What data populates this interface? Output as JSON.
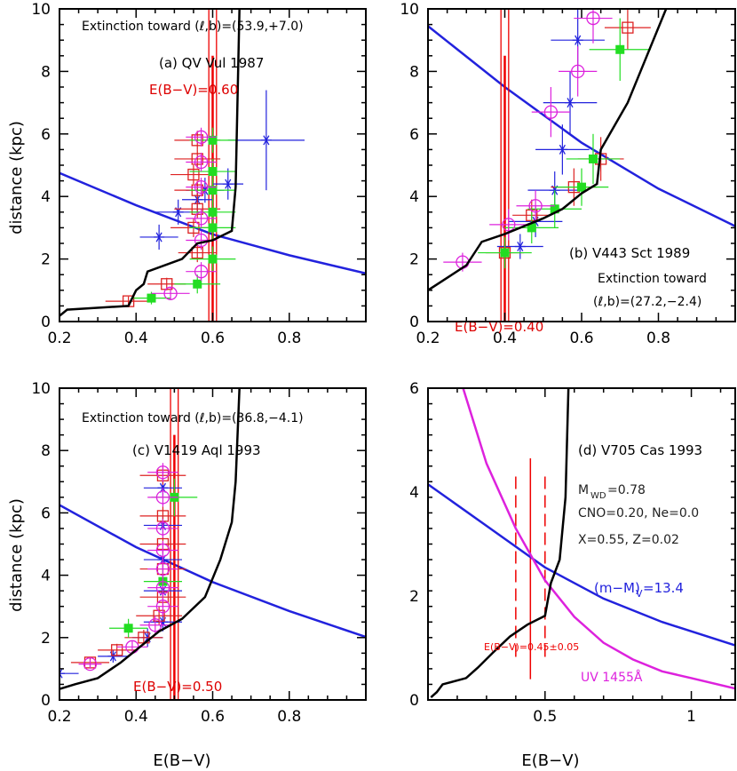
{
  "figure": {
    "x_axis_title": "E(B−V)",
    "y_axis_title": "distance (kpc)"
  },
  "chart_data": [
    {
      "type": "scatter",
      "panel_label": "(a) QV Vul 1987",
      "xlim": [
        0.2,
        1.0
      ],
      "ylim": [
        0,
        10
      ],
      "xticks": [
        0.2,
        0.4,
        0.6,
        0.8
      ],
      "yticks": [
        0,
        2,
        4,
        6,
        8,
        10
      ],
      "annotations": [
        "Extinction toward (ℓ,b)=(53.9,+7.0)",
        "E(B−V)=0.60"
      ],
      "ebv_line": 0.6,
      "ebv_band": [
        0.59,
        0.61
      ],
      "distance_modulus_curve": {
        "d_at_x": [
          [
            0.2,
            4.75
          ],
          [
            0.4,
            3.72
          ],
          [
            0.6,
            2.79
          ],
          [
            0.8,
            2.12
          ],
          [
            1.0,
            1.54
          ]
        ]
      },
      "extinction_curve": [
        [
          0.2,
          0.18
        ],
        [
          0.22,
          0.38
        ],
        [
          0.38,
          0.5
        ],
        [
          0.4,
          1.0
        ],
        [
          0.42,
          1.2
        ],
        [
          0.43,
          1.6
        ],
        [
          0.52,
          2.0
        ],
        [
          0.56,
          2.5
        ],
        [
          0.6,
          2.6
        ],
        [
          0.65,
          2.9
        ],
        [
          0.66,
          4.3
        ],
        [
          0.67,
          10
        ]
      ],
      "series": [
        {
          "marker": "asterisk",
          "color": "#2222dd",
          "points": [
            [
              0.46,
              2.7,
              0.05,
              0.4
            ],
            [
              0.51,
              3.5,
              0.06,
              0.4
            ],
            [
              0.56,
              3.9,
              0.04,
              0.5
            ],
            [
              0.58,
              4.2,
              0.05,
              0.4
            ],
            [
              0.64,
              4.4,
              0.04,
              0.5
            ],
            [
              0.74,
              5.8,
              0.1,
              1.6
            ]
          ]
        },
        {
          "marker": "open-square",
          "color": "#dd2222",
          "points": [
            [
              0.38,
              0.65,
              0.06,
              0.15
            ],
            [
              0.48,
              1.2,
              0.05,
              0.2
            ],
            [
              0.56,
              2.2,
              0.05,
              0.3
            ],
            [
              0.55,
              3.0,
              0.06,
              0.3
            ],
            [
              0.56,
              3.6,
              0.06,
              0.3
            ],
            [
              0.56,
              4.2,
              0.06,
              0.3
            ],
            [
              0.55,
              4.7,
              0.06,
              0.3
            ],
            [
              0.56,
              5.2,
              0.06,
              0.3
            ],
            [
              0.56,
              5.8,
              0.06,
              0.3
            ]
          ]
        },
        {
          "marker": "filled-square",
          "color": "#22dd22",
          "points": [
            [
              0.44,
              0.75,
              0.05,
              0.2
            ],
            [
              0.56,
              1.2,
              0.06,
              0.3
            ],
            [
              0.6,
              2.0,
              0.06,
              0.4
            ],
            [
              0.6,
              3.0,
              0.06,
              0.4
            ],
            [
              0.6,
              3.5,
              0.06,
              0.4
            ],
            [
              0.6,
              4.2,
              0.06,
              0.4
            ],
            [
              0.6,
              4.8,
              0.06,
              0.4
            ],
            [
              0.6,
              5.8,
              0.06,
              0.4
            ]
          ]
        },
        {
          "marker": "open-circle",
          "color": "#dd22dd",
          "points": [
            [
              0.49,
              0.9,
              0.05,
              0.2
            ],
            [
              0.57,
              1.6,
              0.04,
              0.3
            ],
            [
              0.57,
              2.6,
              0.04,
              0.3
            ],
            [
              0.57,
              3.3,
              0.04,
              0.3
            ],
            [
              0.57,
              4.3,
              0.04,
              0.3
            ],
            [
              0.57,
              5.1,
              0.04,
              0.3
            ],
            [
              0.57,
              5.9,
              0.04,
              0.3
            ]
          ]
        }
      ]
    },
    {
      "type": "scatter",
      "panel_label": "(b) V443 Sct 1989",
      "xlim": [
        0.2,
        1.0
      ],
      "ylim": [
        0,
        10
      ],
      "xticks": [
        0.2,
        0.4,
        0.6,
        0.8
      ],
      "yticks": [
        0,
        2,
        4,
        6,
        8,
        10
      ],
      "annotations": [
        "Extinction toward",
        "(ℓ,b)=(27.2,−2.4)",
        "E(B−V)=0.40"
      ],
      "ebv_line": 0.4,
      "ebv_band": [
        0.39,
        0.41
      ],
      "distance_modulus_curve": {
        "d_at_x": [
          [
            0.2,
            9.45
          ],
          [
            0.4,
            7.5
          ],
          [
            0.6,
            5.72
          ],
          [
            0.8,
            4.25
          ],
          [
            1.0,
            3.05
          ]
        ]
      },
      "extinction_curve": [
        [
          0.2,
          1.0
        ],
        [
          0.3,
          1.8
        ],
        [
          0.34,
          2.55
        ],
        [
          0.4,
          2.8
        ],
        [
          0.5,
          3.3
        ],
        [
          0.55,
          3.6
        ],
        [
          0.6,
          4.1
        ],
        [
          0.64,
          4.4
        ],
        [
          0.65,
          5.5
        ],
        [
          0.72,
          7.0
        ],
        [
          0.77,
          8.5
        ],
        [
          0.82,
          10
        ]
      ],
      "series": [
        {
          "marker": "asterisk",
          "color": "#2222dd",
          "points": [
            [
              0.44,
              2.4,
              0.06,
              0.4
            ],
            [
              0.48,
              3.2,
              0.07,
              0.5
            ],
            [
              0.53,
              4.2,
              0.07,
              0.6
            ],
            [
              0.55,
              5.5,
              0.07,
              0.8
            ],
            [
              0.57,
              7.0,
              0.07,
              1.0
            ],
            [
              0.59,
              9.0,
              0.07,
              1.0
            ]
          ]
        },
        {
          "marker": "open-square",
          "color": "#dd2222",
          "points": [
            [
              0.4,
              2.2,
              0.05,
              0.4
            ],
            [
              0.47,
              3.4,
              0.05,
              0.5
            ],
            [
              0.58,
              4.3,
              0.06,
              0.6
            ],
            [
              0.65,
              5.2,
              0.06,
              0.7
            ],
            [
              0.72,
              9.4,
              0.06,
              0.7
            ]
          ]
        },
        {
          "marker": "filled-square",
          "color": "#22dd22",
          "points": [
            [
              0.4,
              2.2,
              0.07,
              0.5
            ],
            [
              0.47,
              3.0,
              0.07,
              0.5
            ],
            [
              0.53,
              3.6,
              0.07,
              0.6
            ],
            [
              0.6,
              4.3,
              0.07,
              0.6
            ],
            [
              0.63,
              5.2,
              0.07,
              0.8
            ],
            [
              0.7,
              8.7,
              0.08,
              1.0
            ]
          ]
        },
        {
          "marker": "open-circle",
          "color": "#dd22dd",
          "points": [
            [
              0.29,
              1.9,
              0.05,
              0.3
            ],
            [
              0.41,
              3.1,
              0.05,
              0.5
            ],
            [
              0.48,
              3.7,
              0.05,
              0.5
            ],
            [
              0.52,
              6.7,
              0.05,
              0.8
            ],
            [
              0.59,
              8.0,
              0.05,
              0.8
            ],
            [
              0.63,
              9.7,
              0.05,
              0.8
            ]
          ]
        }
      ]
    },
    {
      "type": "scatter",
      "panel_label": "(c) V1419 Aql 1993",
      "xlim": [
        0.2,
        1.0
      ],
      "ylim": [
        0,
        10
      ],
      "xticks": [
        0.2,
        0.4,
        0.6,
        0.8
      ],
      "yticks": [
        0,
        2,
        4,
        6,
        8,
        10
      ],
      "annotations": [
        "Extinction toward (ℓ,b)=(36.8,−4.1)",
        "E(B−V)=0.50"
      ],
      "ebv_line": 0.5,
      "ebv_band": [
        0.49,
        0.51
      ],
      "distance_modulus_curve": {
        "d_at_x": [
          [
            0.2,
            6.25
          ],
          [
            0.4,
            4.9
          ],
          [
            0.6,
            3.78
          ],
          [
            0.8,
            2.85
          ],
          [
            1.0,
            2.02
          ]
        ]
      },
      "extinction_curve": [
        [
          0.2,
          0.35
        ],
        [
          0.24,
          0.5
        ],
        [
          0.3,
          0.7
        ],
        [
          0.36,
          1.2
        ],
        [
          0.42,
          1.8
        ],
        [
          0.46,
          2.2
        ],
        [
          0.52,
          2.6
        ],
        [
          0.58,
          3.3
        ],
        [
          0.62,
          4.5
        ],
        [
          0.65,
          5.7
        ],
        [
          0.66,
          7.0
        ],
        [
          0.67,
          10
        ]
      ],
      "series": [
        {
          "marker": "asterisk",
          "color": "#2222dd",
          "points": [
            [
              0.2,
              0.85,
              0.05,
              0.1
            ],
            [
              0.34,
              1.4,
              0.04,
              0.2
            ],
            [
              0.43,
              2.0,
              0.04,
              0.3
            ],
            [
              0.47,
              2.5,
              0.05,
              0.3
            ],
            [
              0.47,
              3.5,
              0.05,
              0.3
            ],
            [
              0.47,
              4.5,
              0.05,
              0.3
            ],
            [
              0.47,
              5.6,
              0.05,
              0.3
            ],
            [
              0.47,
              6.8,
              0.05,
              0.3
            ]
          ]
        },
        {
          "marker": "open-square",
          "color": "#dd2222",
          "points": [
            [
              0.28,
              1.2,
              0.05,
              0.15
            ],
            [
              0.35,
              1.6,
              0.05,
              0.2
            ],
            [
              0.42,
              2.0,
              0.05,
              0.25
            ],
            [
              0.46,
              2.7,
              0.06,
              0.3
            ],
            [
              0.47,
              3.3,
              0.06,
              0.3
            ],
            [
              0.47,
              4.2,
              0.06,
              0.3
            ],
            [
              0.47,
              5.0,
              0.06,
              0.3
            ],
            [
              0.47,
              5.9,
              0.06,
              0.3
            ],
            [
              0.47,
              7.2,
              0.06,
              0.3
            ]
          ]
        },
        {
          "marker": "filled-square",
          "color": "#22dd22",
          "points": [
            [
              0.38,
              2.3,
              0.05,
              0.3
            ],
            [
              0.47,
              3.8,
              0.05,
              0.4
            ],
            [
              0.5,
              6.5,
              0.06,
              0.6
            ]
          ]
        },
        {
          "marker": "open-circle",
          "color": "#dd22dd",
          "points": [
            [
              0.28,
              1.15,
              0.03,
              0.15
            ],
            [
              0.39,
              1.7,
              0.04,
              0.2
            ],
            [
              0.45,
              2.4,
              0.04,
              0.3
            ],
            [
              0.47,
              3.0,
              0.04,
              0.3
            ],
            [
              0.47,
              3.6,
              0.04,
              0.3
            ],
            [
              0.47,
              4.2,
              0.04,
              0.3
            ],
            [
              0.47,
              4.8,
              0.04,
              0.3
            ],
            [
              0.47,
              5.5,
              0.04,
              0.3
            ],
            [
              0.47,
              6.5,
              0.04,
              0.3
            ],
            [
              0.47,
              7.3,
              0.04,
              0.3
            ]
          ]
        }
      ]
    },
    {
      "type": "line",
      "panel_label": "(d) V705 Cas 1993",
      "xlim": [
        0.1,
        1.15
      ],
      "ylim": [
        0,
        6
      ],
      "xticks": [
        0.5,
        1
      ],
      "yticks": [
        0,
        2,
        4,
        6
      ],
      "annotations": [
        "M",
        "WD",
        "=0.78",
        "CNO=0.20, Ne=0.0",
        "X=0.55, Z=0.02"
      ],
      "ebv_label": "E(B−V)=0.45±0.05",
      "ebv_value": 0.45,
      "ebv_dashed": [
        0.4,
        0.5
      ],
      "series": [
        {
          "name": "(m−M)",
          "name_sub": "V",
          "name_tail": "=13.4",
          "color": "#2222dd",
          "points": [
            [
              0.1,
              4.15
            ],
            [
              0.3,
              3.35
            ],
            [
              0.5,
              2.55
            ],
            [
              0.7,
              1.95
            ],
            [
              0.9,
              1.5
            ],
            [
              1.15,
              1.05
            ]
          ]
        },
        {
          "name": "UV 1455Å",
          "color": "#dd22dd",
          "points": [
            [
              0.22,
              6.0
            ],
            [
              0.3,
              4.55
            ],
            [
              0.4,
              3.3
            ],
            [
              0.5,
              2.3
            ],
            [
              0.6,
              1.6
            ],
            [
              0.7,
              1.1
            ],
            [
              0.8,
              0.78
            ],
            [
              0.9,
              0.55
            ],
            [
              1.0,
              0.42
            ],
            [
              1.15,
              0.22
            ]
          ]
        },
        {
          "name": "",
          "color": "#000000",
          "points": [
            [
              0.11,
              0.05
            ],
            [
              0.13,
              0.15
            ],
            [
              0.15,
              0.3
            ],
            [
              0.23,
              0.42
            ],
            [
              0.27,
              0.62
            ],
            [
              0.32,
              0.9
            ],
            [
              0.38,
              1.22
            ],
            [
              0.44,
              1.45
            ],
            [
              0.5,
              1.62
            ],
            [
              0.52,
              2.25
            ],
            [
              0.55,
              2.7
            ],
            [
              0.57,
              3.9
            ],
            [
              0.58,
              6.0
            ]
          ]
        }
      ]
    }
  ]
}
